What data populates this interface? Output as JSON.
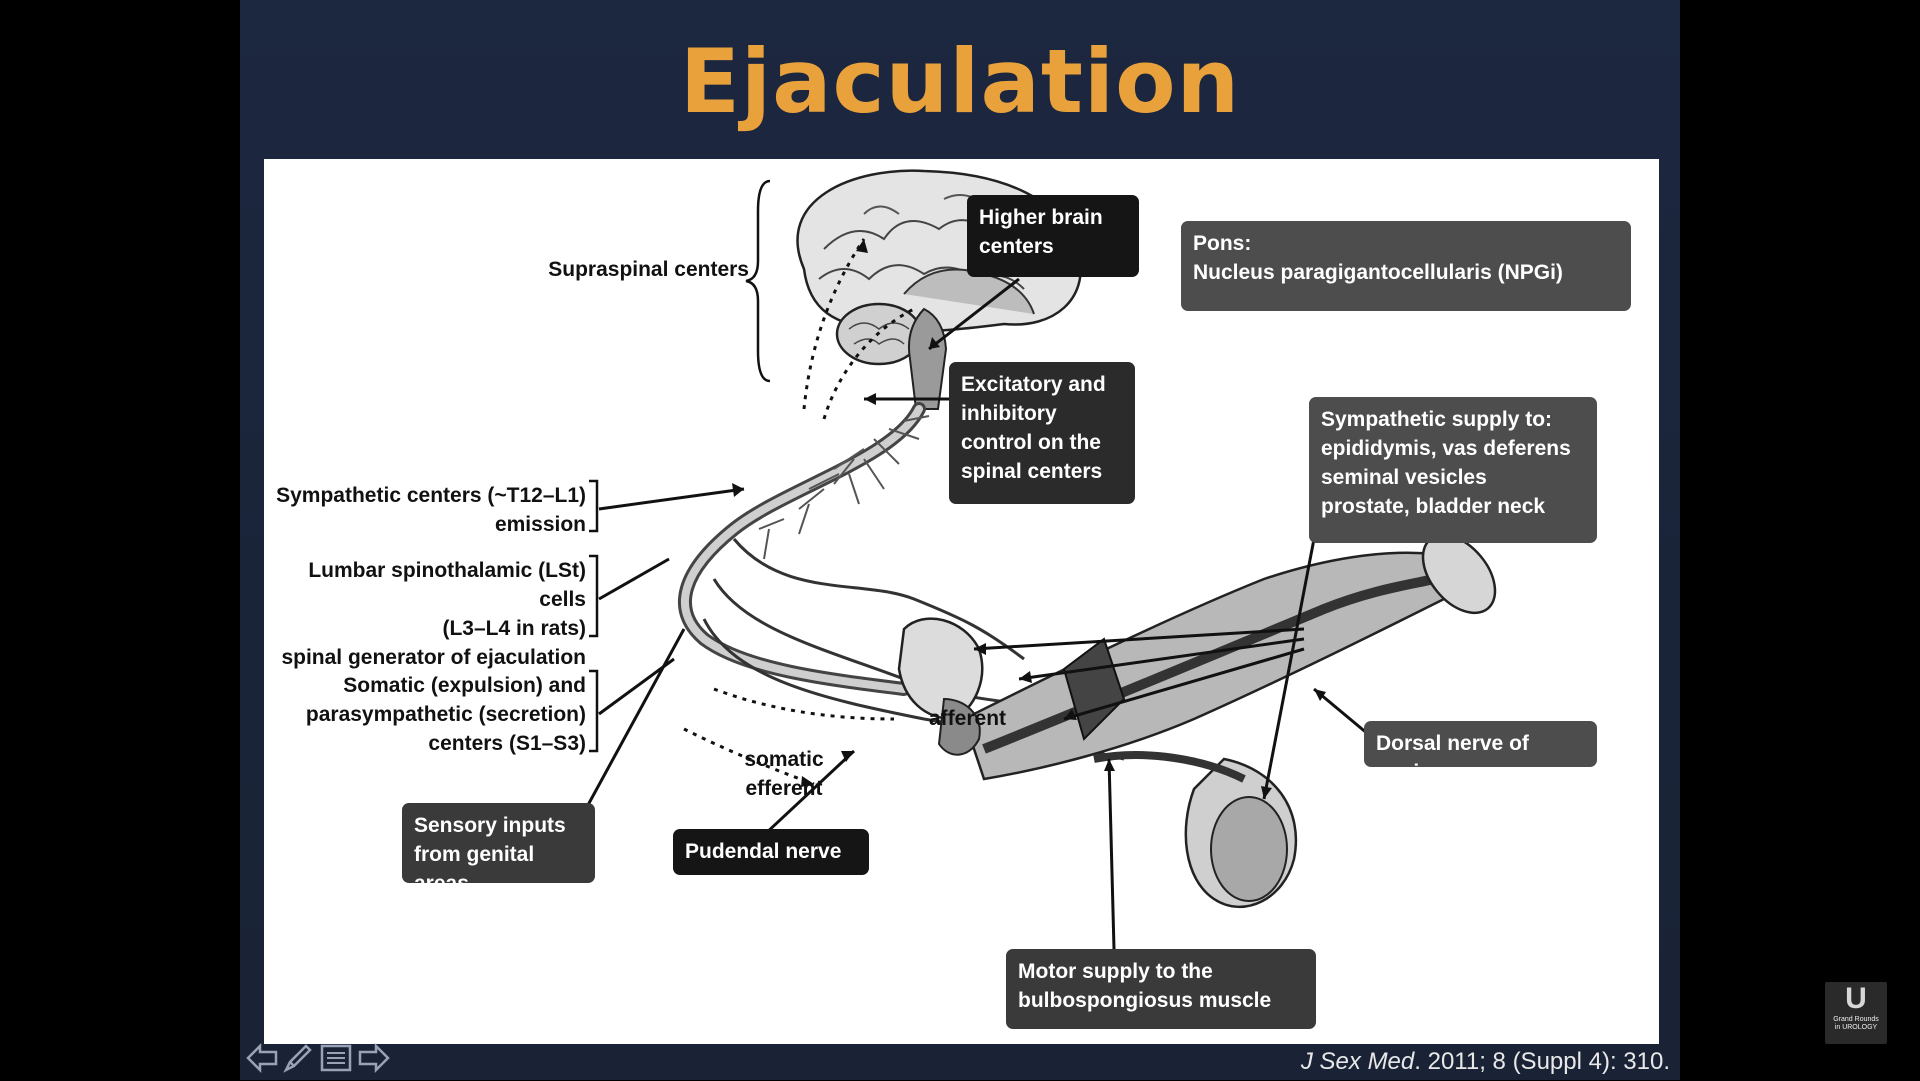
{
  "slide": {
    "title": "Ejaculation",
    "citation_journal": "J Sex Med",
    "citation_rest": ". 2011; 8 (Suppl 4): 310."
  },
  "diagram": {
    "left_labels": {
      "supraspinal": "Supraspinal centers",
      "sympathetic": "Sympathetic centers (~T12–L1)\nemission",
      "lumbar": "Lumbar spinothalamic (LSt) cells\n(L3–L4 in rats)\nspinal generator of ejaculation",
      "somatic": "Somatic (expulsion) and\nparasympathetic (secretion)\ncenters (S1–S3)"
    },
    "boxes": {
      "higher_brain": "Higher brain\ncenters",
      "pons": "Pons:\nNucleus paragigantocellularis  (NPGi)",
      "excitatory": "Excitatory and\ninhibitory\ncontrol on the\nspinal centers",
      "sympathetic_supply": "Sympathetic supply to:\nepididymis, vas deferens\nseminal vesicles\nprostate, bladder neck",
      "dorsal_nerve": "Dorsal nerve of penis",
      "sensory_inputs": "Sensory inputs\nfrom genital areas",
      "pudendal": "Pudendal nerve",
      "motor_supply": "Motor supply to the\nbulbospongiosus muscle"
    },
    "inline_labels": {
      "afferent": "afferent",
      "somatic_efferent": "somatic\nefferent"
    }
  },
  "navigation": {
    "prev_icon": "arrow-left-icon",
    "pen_icon": "pen-icon",
    "menu_icon": "menu-icon",
    "next_icon": "arrow-right-icon"
  },
  "logo": {
    "letter": "U",
    "text": "Grand Rounds\nin UROLOGY"
  },
  "colors": {
    "title": "#e9a23b",
    "slide_bg": "#1c2740",
    "dark_box": "#151515",
    "gray_box": "#4d4d4d"
  }
}
